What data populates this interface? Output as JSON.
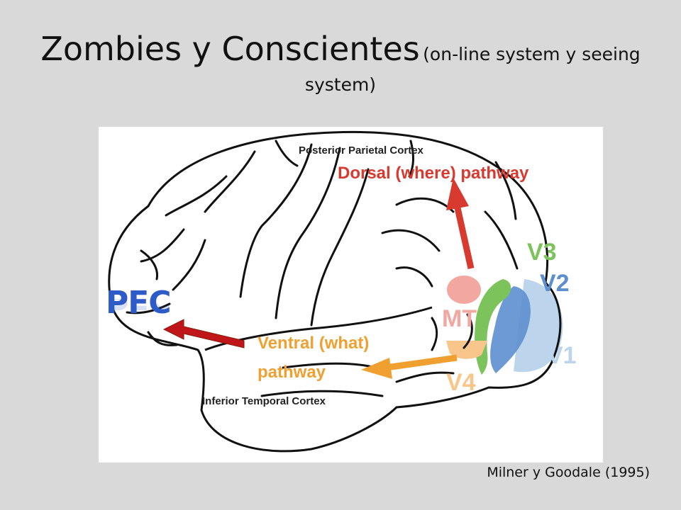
{
  "slide": {
    "title_main": "Zombies y Conscientes",
    "title_sub_line1": "(on-line system y seeing",
    "title_sub_line2": "system)",
    "citation": "Milner y Goodale (1995)",
    "pfc_label": "PFC"
  },
  "figure": {
    "labels": {
      "posterior_parietal": "Posterior Parietal Cortex",
      "dorsal": "Dorsal (where) pathway",
      "v3": "V3",
      "v2": "V2",
      "v1": "V1",
      "mt": "MT",
      "v4": "V4",
      "ventral_line1": "Ventral (what)",
      "ventral_line2": "pathway",
      "inferior_temporal": "Inferior Temporal Cortex"
    },
    "colors": {
      "dorsal": "#d93a2f",
      "ventral": "#f0a030",
      "v3": "#7cc35b",
      "v2": "#5d8fd0",
      "v1": "#bcd4ec",
      "pfc_text": "#2e5bc8",
      "pfc_arrow": "#c0161a"
    }
  }
}
